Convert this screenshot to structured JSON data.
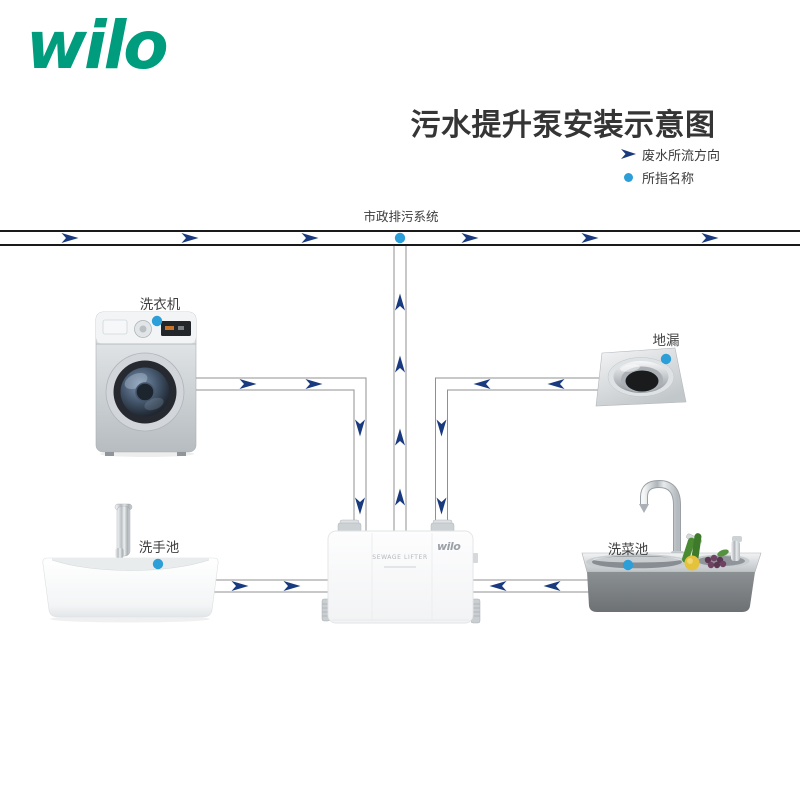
{
  "brand": {
    "logo_text": "wilo",
    "color": "#009c7e"
  },
  "header": {
    "title": "污水提升泵安装示意图"
  },
  "legend": {
    "items": [
      {
        "icon": "flow-arrow-icon",
        "label": "废水所流方向"
      },
      {
        "icon": "name-dot-icon",
        "label": "所指名称"
      }
    ],
    "arrow_color": "#1a3a80",
    "dot_color": "#2d9fd8"
  },
  "diagram": {
    "municipal_label": "市政排污系统",
    "pipe_color": "#909090",
    "municipal_pipe_color": "#1a1a1a",
    "appliances": {
      "washer": {
        "label": "洗衣机"
      },
      "floor_drain": {
        "label": "地漏"
      },
      "hand_basin": {
        "label": "洗手池"
      },
      "kitchen_sink": {
        "label": "洗菜池"
      }
    },
    "pump": {
      "brand": "wilo",
      "label": "SEWAGE LIFTER"
    }
  }
}
